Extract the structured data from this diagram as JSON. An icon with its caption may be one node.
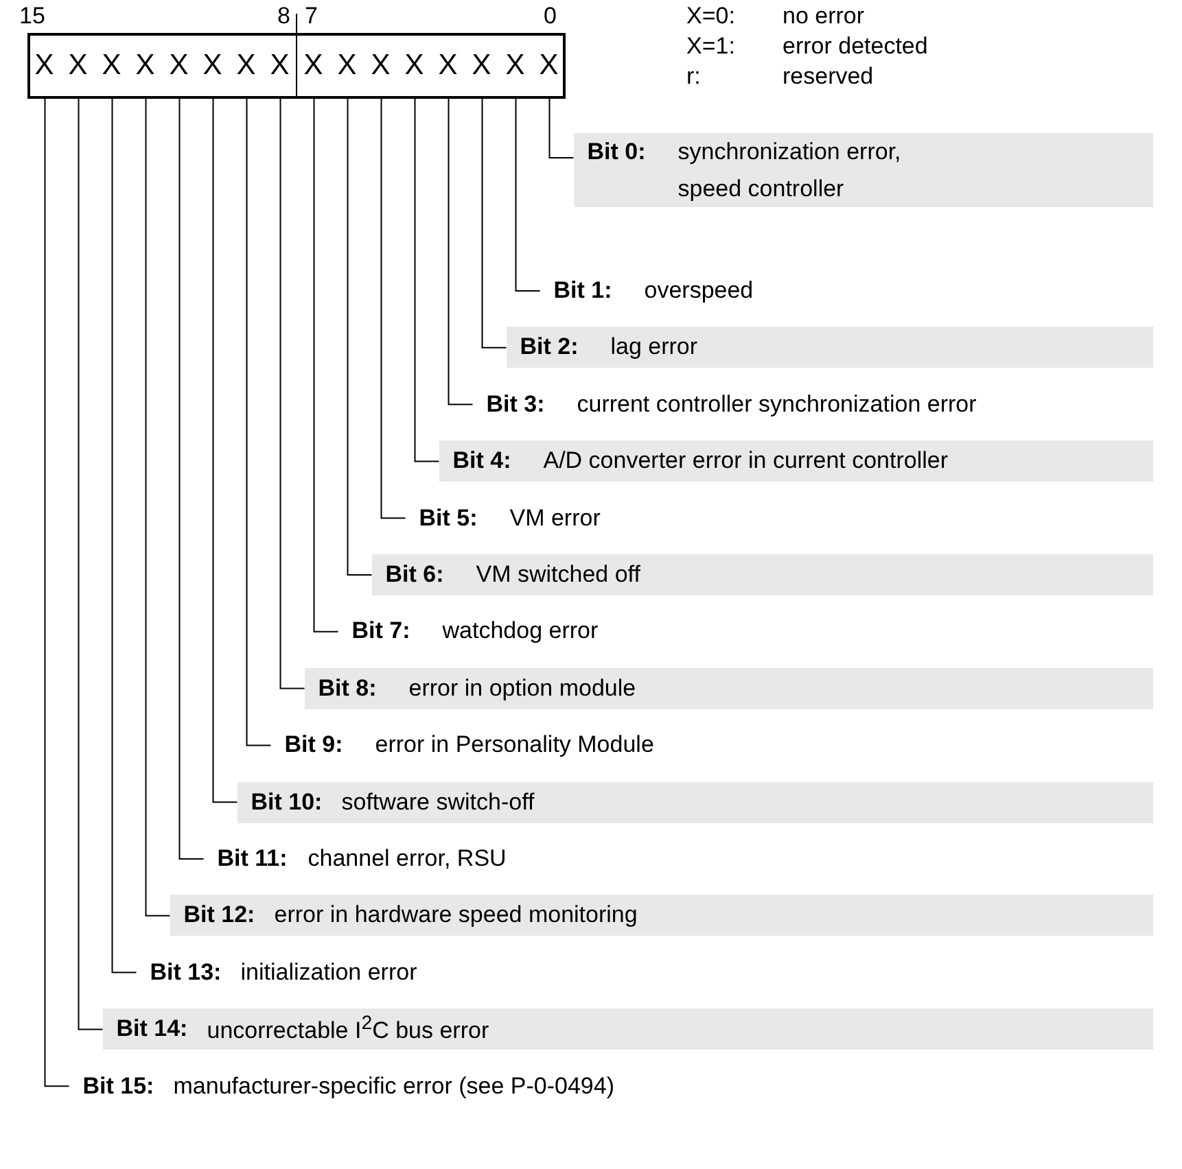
{
  "diagram": {
    "nodes": [
      {
        "text": [],
        "shape": "box"
      },
      {
        "text": [
          "X"
        ],
        "in": 0
      },
      {
        "text": [
          "X"
        ],
        "in": 0
      },
      {
        "text": [
          "X"
        ],
        "in": 0
      },
      {
        "text": [
          "X"
        ],
        "in": 0
      },
      {
        "text": [
          "X"
        ],
        "in": 0
      },
      {
        "text": [
          "X"
        ],
        "in": 0
      },
      {
        "text": [
          "X"
        ],
        "in": 0
      },
      {
        "text": [
          "X"
        ],
        "in": 0
      },
      {
        "text": [
          "X"
        ],
        "in": 0
      },
      {
        "text": [
          "X"
        ],
        "in": 0
      },
      {
        "text": [
          "X"
        ],
        "in": 0
      },
      {
        "text": [
          "X"
        ],
        "in": 0
      },
      {
        "text": [
          "X"
        ],
        "in": 0
      },
      {
        "text": [
          "X"
        ],
        "in": 0
      },
      {
        "text": [
          "X"
        ],
        "in": 0
      },
      {
        "text": [
          "X"
        ],
        "in": 0
      },
      {
        "text": [
          "Bit 0:",
          "synchronization error, speed controller"
        ]
      },
      {
        "text": [
          "Bit 1:",
          "overspeed"
        ]
      },
      {
        "text": [
          "Bit 2:",
          "lag error"
        ]
      },
      {
        "text": [
          "Bit 3:",
          "current controller synchronization error"
        ]
      },
      {
        "text": [
          "Bit 4:",
          "A/D converter error in current controller"
        ]
      },
      {
        "text": [
          "Bit 5:",
          "VM error"
        ]
      },
      {
        "text": [
          "Bit 6:",
          "VM switched off"
        ]
      },
      {
        "text": [
          "Bit 7:",
          "watchdog error"
        ]
      },
      {
        "text": [
          "Bit 8:",
          "error in option module"
        ]
      },
      {
        "text": [
          "Bit 9:",
          "error in Personality Module"
        ]
      },
      {
        "text": [
          "Bit 10:",
          "software switch-off"
        ]
      },
      {
        "text": [
          "Bit 11:",
          "channel error, RSU"
        ]
      },
      {
        "text": [
          "Bit 12:",
          "error in hardware speed monitoring"
        ]
      },
      {
        "text": [
          "Bit 13:",
          "initialization error"
        ]
      },
      {
        "text": [
          "Bit 14:",
          "uncorrectable I$^{2}$C bus error"
        ]
      },
      {
        "text": [
          "Bit 15:",
          "manufacturer-specific error (see P-0-0494)"
        ]
      }
    ],
    "edges": [
      {
        "from": 17,
        "to": 16,
        "arrow": "none"
      },
      {
        "from": 18,
        "to": 15,
        "arrow": "none"
      },
      {
        "from": 19,
        "to": 14,
        "arrow": "none"
      },
      {
        "from": 20,
        "to": 13,
        "arrow": "none"
      },
      {
        "from": 21,
        "to": 12,
        "arrow": "none"
      },
      {
        "from": 22,
        "to": 11,
        "arrow": "none"
      },
      {
        "from": 23,
        "to": 10,
        "arrow": "none"
      },
      {
        "from": 24,
        "to": 9,
        "arrow": "none"
      },
      {
        "from": 25,
        "to": 8,
        "arrow": "none"
      },
      {
        "from": 26,
        "to": 7,
        "arrow": "none"
      },
      {
        "from": 27,
        "to": 6,
        "arrow": "none"
      },
      {
        "from": 28,
        "to": 5,
        "arrow": "none"
      },
      {
        "from": 29,
        "to": 4,
        "arrow": "none"
      },
      {
        "from": 30,
        "to": 3,
        "arrow": "none"
      },
      {
        "from": 31,
        "to": 2,
        "arrow": "none"
      },
      {
        "from": 32,
        "to": 1,
        "arrow": "none"
      }
    ],
    "labels": [
      "15",
      "8",
      "7",
      "0",
      "X=0:",
      "no error",
      "X=1:",
      "error detected",
      "r:",
      "reserved"
    ]
  }
}
